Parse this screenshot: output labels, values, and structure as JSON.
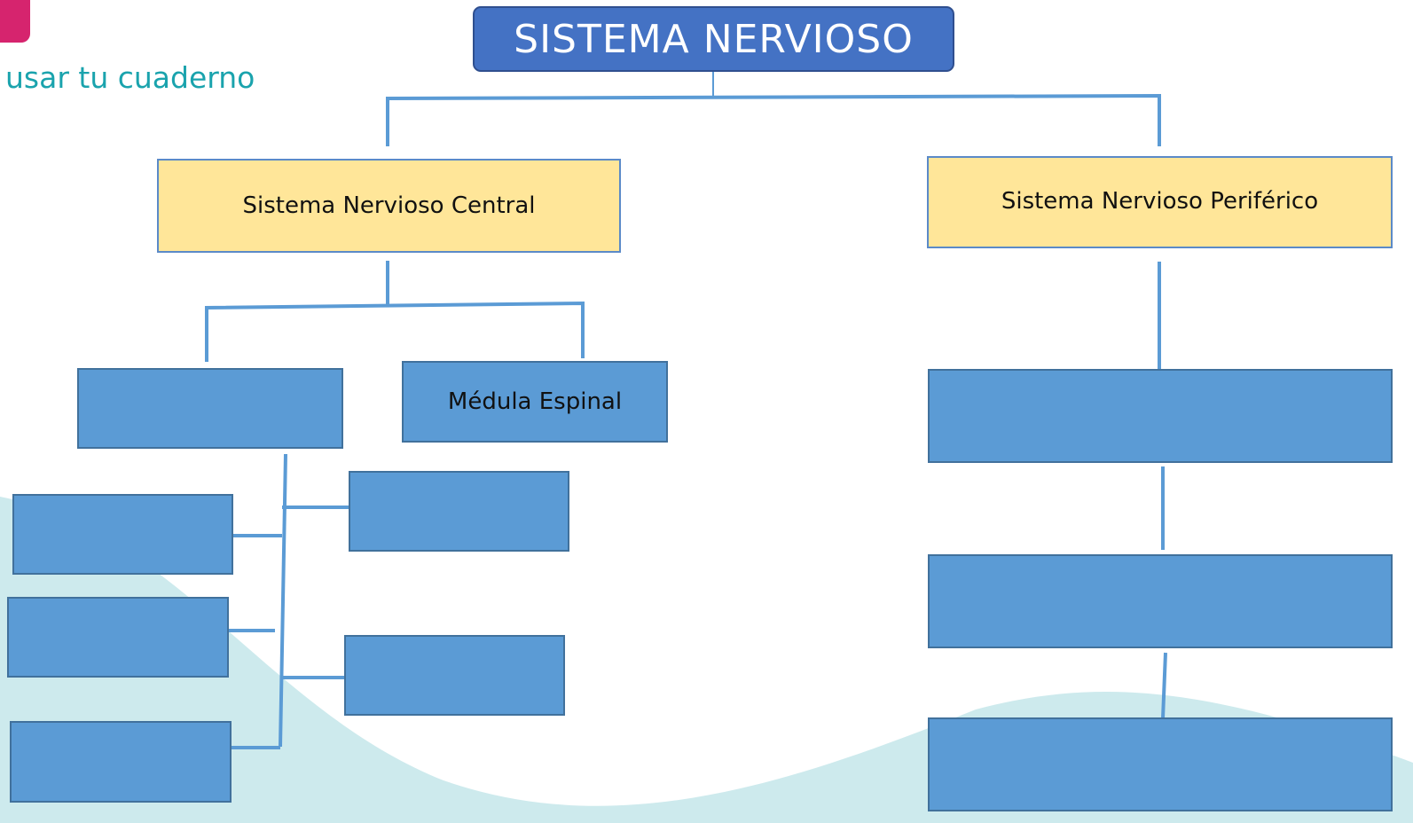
{
  "header": {
    "logo_icon": "notebook-icon",
    "subtitle": "usar tu cuaderno"
  },
  "diagram": {
    "title": "SISTEMA NERVIOSO",
    "central": {
      "label": "Sistema Nervioso Central"
    },
    "peripheral": {
      "label": "Sistema Nervioso Periférico"
    },
    "central_children": {
      "left": "",
      "right": "Médula Espinal"
    },
    "encephalon_parts": {
      "left": [
        "",
        "",
        ""
      ],
      "right": [
        "",
        ""
      ]
    },
    "peripheral_children": [
      "",
      "",
      ""
    ]
  },
  "colors": {
    "title_fill": "#4472c4",
    "category_fill": "#ffe699",
    "node_fill": "#5b9bd5",
    "connector": "#5b9bd5",
    "accent_text": "#1aa3ad",
    "logo": "#d6246e",
    "wave": "#cdeaed"
  }
}
